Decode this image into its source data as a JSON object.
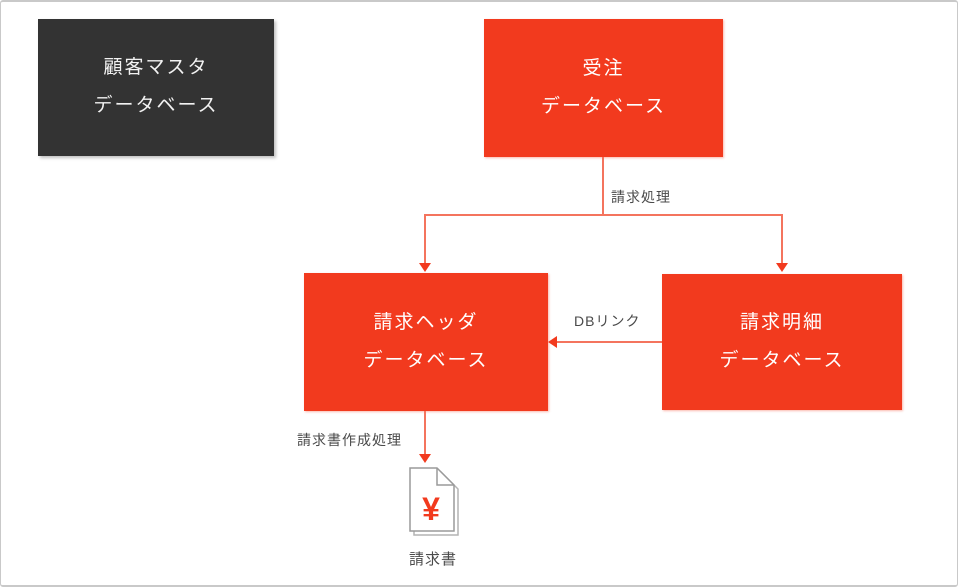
{
  "nodes": {
    "customer_master": {
      "line1": "顧客マスタ",
      "line2": "データベース"
    },
    "order": {
      "line1": "受注",
      "line2": "データベース"
    },
    "invoice_header": {
      "line1": "請求ヘッダ",
      "line2": "データベース"
    },
    "invoice_detail": {
      "line1": "請求明細",
      "line2": "データベース"
    }
  },
  "labels": {
    "billing_process": "請求処理",
    "db_link": "DBリンク",
    "invoice_creation": "請求書作成処理",
    "invoice_document": "請求書"
  },
  "icon": {
    "currency_symbol": "¥"
  },
  "colors": {
    "node_red": "#f23a1e",
    "node_dark": "#333333",
    "connector": "#f4745e",
    "label_text": "#4a4a4a",
    "icon_outline": "#9a9a9a"
  }
}
